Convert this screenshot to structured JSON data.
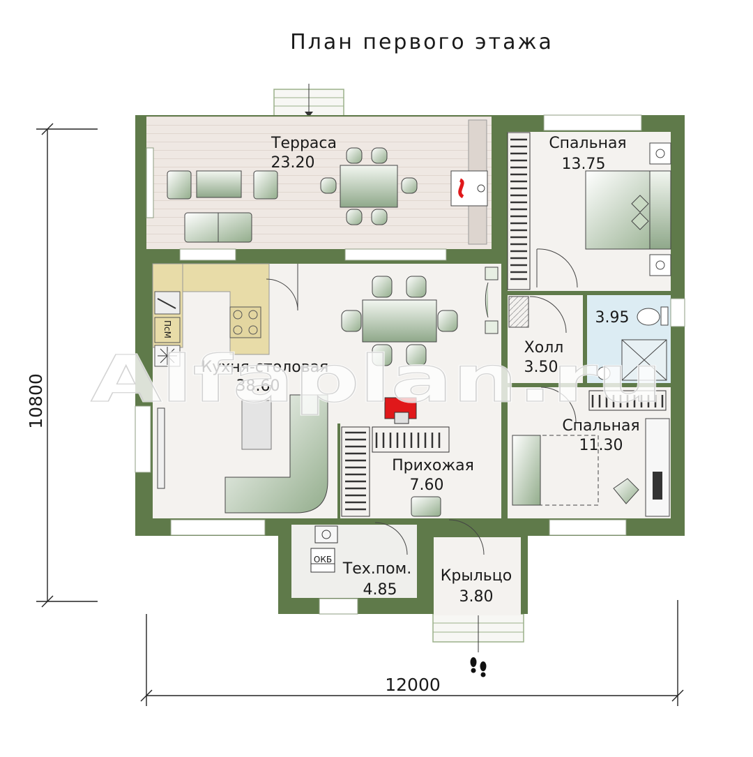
{
  "title": "План первого этажа",
  "dimensions": {
    "width": "12000",
    "height": "10800"
  },
  "rooms": {
    "terrace": {
      "name": "Терраса",
      "area": "23.20"
    },
    "bedroom1": {
      "name": "Спальная",
      "area": "13.75"
    },
    "bathroom": {
      "name": "",
      "area": "3.95"
    },
    "hall": {
      "name": "Холл",
      "area": "3.50"
    },
    "kitchen": {
      "name": "Кухня-столовая",
      "area": "38.60"
    },
    "bedroom2": {
      "name": "Спальная",
      "area": "11.30"
    },
    "entry": {
      "name": "Прихожая",
      "area": "7.60"
    },
    "tech": {
      "name": "Тех.пом.",
      "area": "4.85"
    },
    "porch": {
      "name": "Крыльцо",
      "area": "3.80"
    }
  },
  "fixtures": {
    "washer": "ПсМ",
    "boiler": "ОКБ"
  },
  "watermark": "Alfaplan.ru",
  "colors": {
    "wall": "#5f7a4a",
    "floor": "#f4f2ef",
    "terrace_floor": "#efe9e4",
    "counter": "#e8dca8",
    "bath_floor": "#dcecf3",
    "furniture": "#a9bfa2"
  }
}
